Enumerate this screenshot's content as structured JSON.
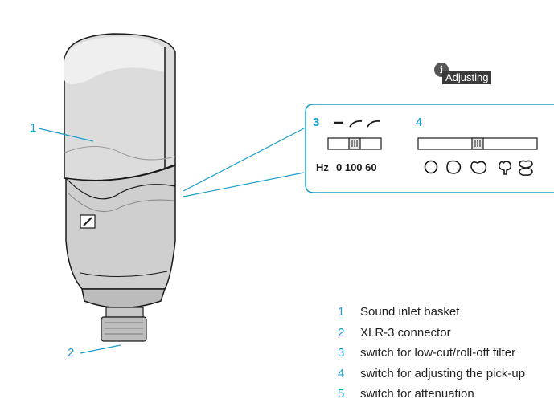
{
  "badge": {
    "icon": "info-icon",
    "label": "Adjusting"
  },
  "callouts": {
    "basket": "1",
    "connector": "2",
    "filter_switch": "3",
    "pattern_switch": "4"
  },
  "filter_switch": {
    "unit": "Hz",
    "values": "0 100 60"
  },
  "legend": [
    {
      "num": "1",
      "text": "Sound inlet basket"
    },
    {
      "num": "2",
      "text": "XLR-3 connector"
    },
    {
      "num": "3",
      "text": "switch for low-cut/roll-off filter"
    },
    {
      "num": "4",
      "text": "switch for adjusting the pick-up"
    },
    {
      "num": "5",
      "text": "switch for attenuation"
    }
  ],
  "colors": {
    "accent": "#1a9fc9",
    "outline": "#1a1a1a",
    "body": "#d6d6d6",
    "badge_bg": "#3a3a3a"
  },
  "icons": [
    "filter-flat-icon",
    "low-cut-icon",
    "roll-off-icon",
    "omni-pattern-icon",
    "wide-cardioid-icon",
    "cardioid-icon",
    "super-cardioid-icon",
    "figure-eight-icon",
    "brand-logo-icon"
  ]
}
